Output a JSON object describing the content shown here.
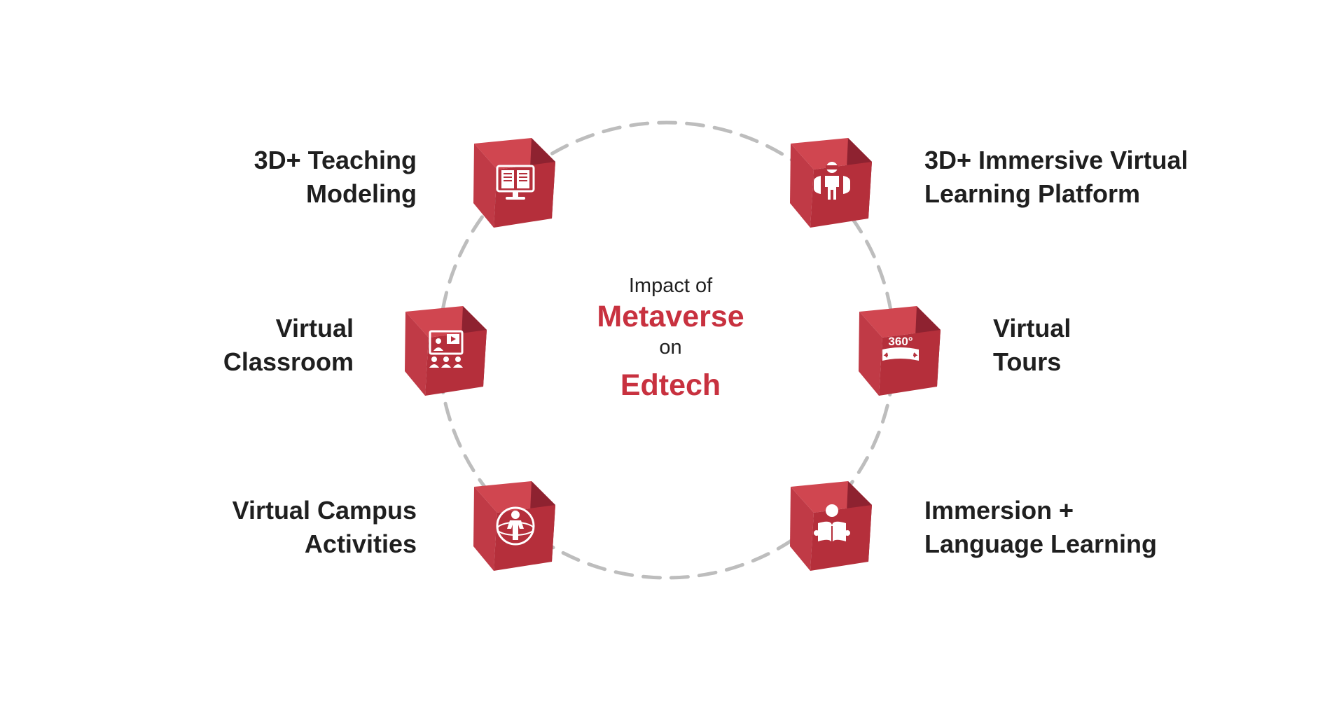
{
  "diagram": {
    "center": {
      "line1": "Impact of",
      "line2": "Metaverse",
      "line3": "on",
      "line4": "Edtech"
    },
    "items": [
      {
        "id": "teaching-modeling",
        "lines": [
          "3D+ Teaching",
          "Modeling"
        ],
        "icon": "book-monitor-icon"
      },
      {
        "id": "immersive-platform",
        "lines": [
          "3D+ Immersive Virtual",
          "Learning Platform"
        ],
        "icon": "vr-headset-person-icon"
      },
      {
        "id": "virtual-classroom",
        "lines": [
          "Virtual",
          "Classroom"
        ],
        "icon": "video-classroom-icon"
      },
      {
        "id": "virtual-tours",
        "lines": [
          "Virtual",
          "Tours"
        ],
        "icon": "360-view-icon"
      },
      {
        "id": "campus-activities",
        "lines": [
          "Virtual Campus",
          "Activities"
        ],
        "icon": "globe-person-icon"
      },
      {
        "id": "language-learning",
        "lines": [
          "Immersion +",
          "Language Learning"
        ],
        "icon": "person-reading-icon"
      }
    ]
  },
  "colors": {
    "accent": "#c8313f",
    "cube_front": "#b52f3b",
    "cube_top": "#d04650",
    "cube_side": "#8e2230",
    "ring": "#bdbdbd",
    "text": "#1f1f1f"
  }
}
